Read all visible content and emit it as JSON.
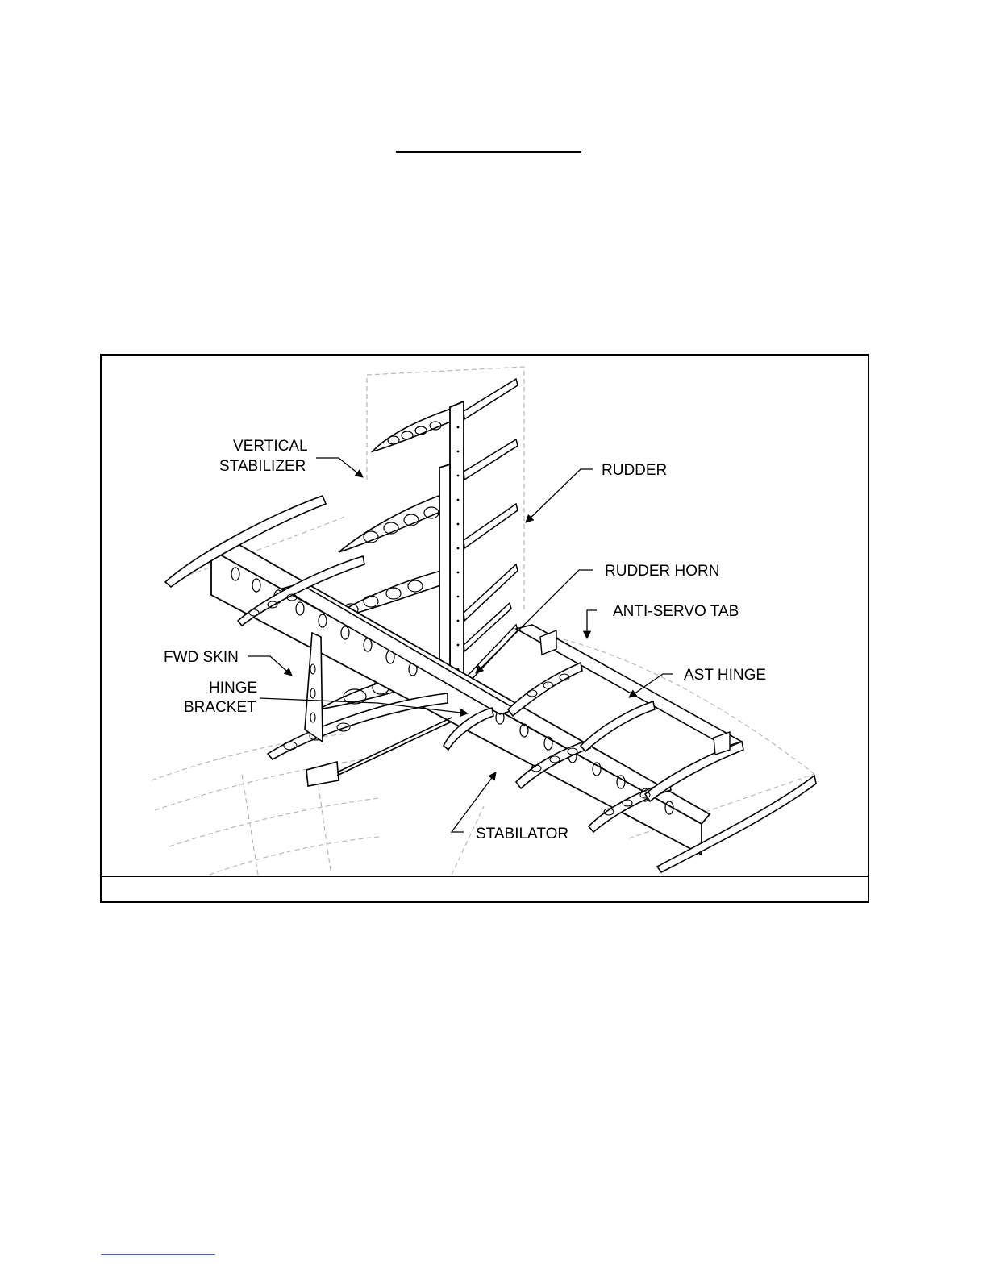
{
  "labels": {
    "vertical_stabilizer_line1": "VERTICAL",
    "vertical_stabilizer_line2": "STABILIZER",
    "rudder": "RUDDER",
    "rudder_horn": "RUDDER HORN",
    "anti_servo_tab": "ANTI-SERVO TAB",
    "fwd_skin": "FWD SKIN",
    "hinge_bracket_line1": "HINGE",
    "hinge_bracket_line2": "BRACKET",
    "ast_hinge": "AST HINGE",
    "stabilator": "STABILATOR"
  },
  "colors": {
    "ink": "#000000",
    "ghost": "#b8b8b8",
    "link": "#3b5bd6"
  }
}
